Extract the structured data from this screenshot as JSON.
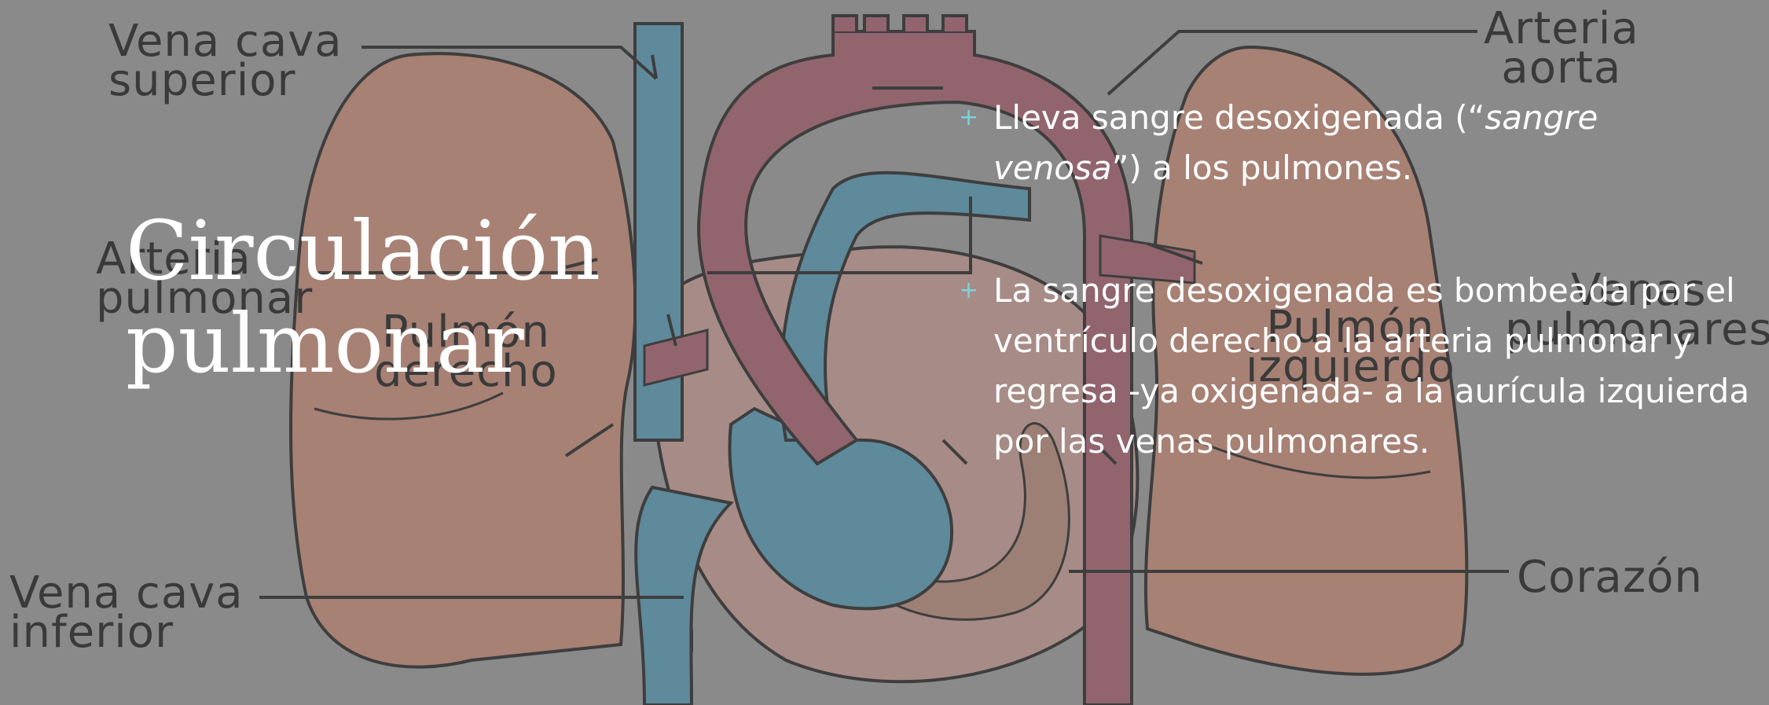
{
  "slide": {
    "title": "Circulación pulmonar",
    "bullets": [
      {
        "pre": "Lleva sangre desoxigenada (“",
        "em": "sangre venosa",
        "post": "”) a los pulmones."
      },
      {
        "pre": "La sangre desoxigenada es bombeada por el ventrículo derecho a la arteria pulmonar y regresa -ya oxigenada- a la aurícula izquierda por las venas pulmonares.",
        "em": "",
        "post": ""
      }
    ],
    "bullet_marker": "+"
  },
  "diagram_labels": {
    "vena_cava_superior": [
      "Vena cava",
      "superior"
    ],
    "arteria_aorta": [
      "Arteria",
      "aorta"
    ],
    "arteria_pulmonar": [
      "Arteria",
      "pulmonar"
    ],
    "pulmon_derecho": [
      "Pulmón",
      "derecho"
    ],
    "pulmon_izquierdo": [
      "Pulmón",
      "izquierdo"
    ],
    "venas_pulmonares": [
      "Venas",
      "pulmonares"
    ],
    "corazon": "Corazón",
    "vena_cava_inferior": [
      "Vena cava",
      "inferior"
    ]
  },
  "colors": {
    "background": "#8f8f8f",
    "lung": "#b8826f",
    "heart": "#b89088",
    "artery_red": "#9a5a66",
    "vein_blue": "#4f8ea6",
    "title_text": "#ffffff",
    "bullet_marker": "#7ad3dc"
  }
}
